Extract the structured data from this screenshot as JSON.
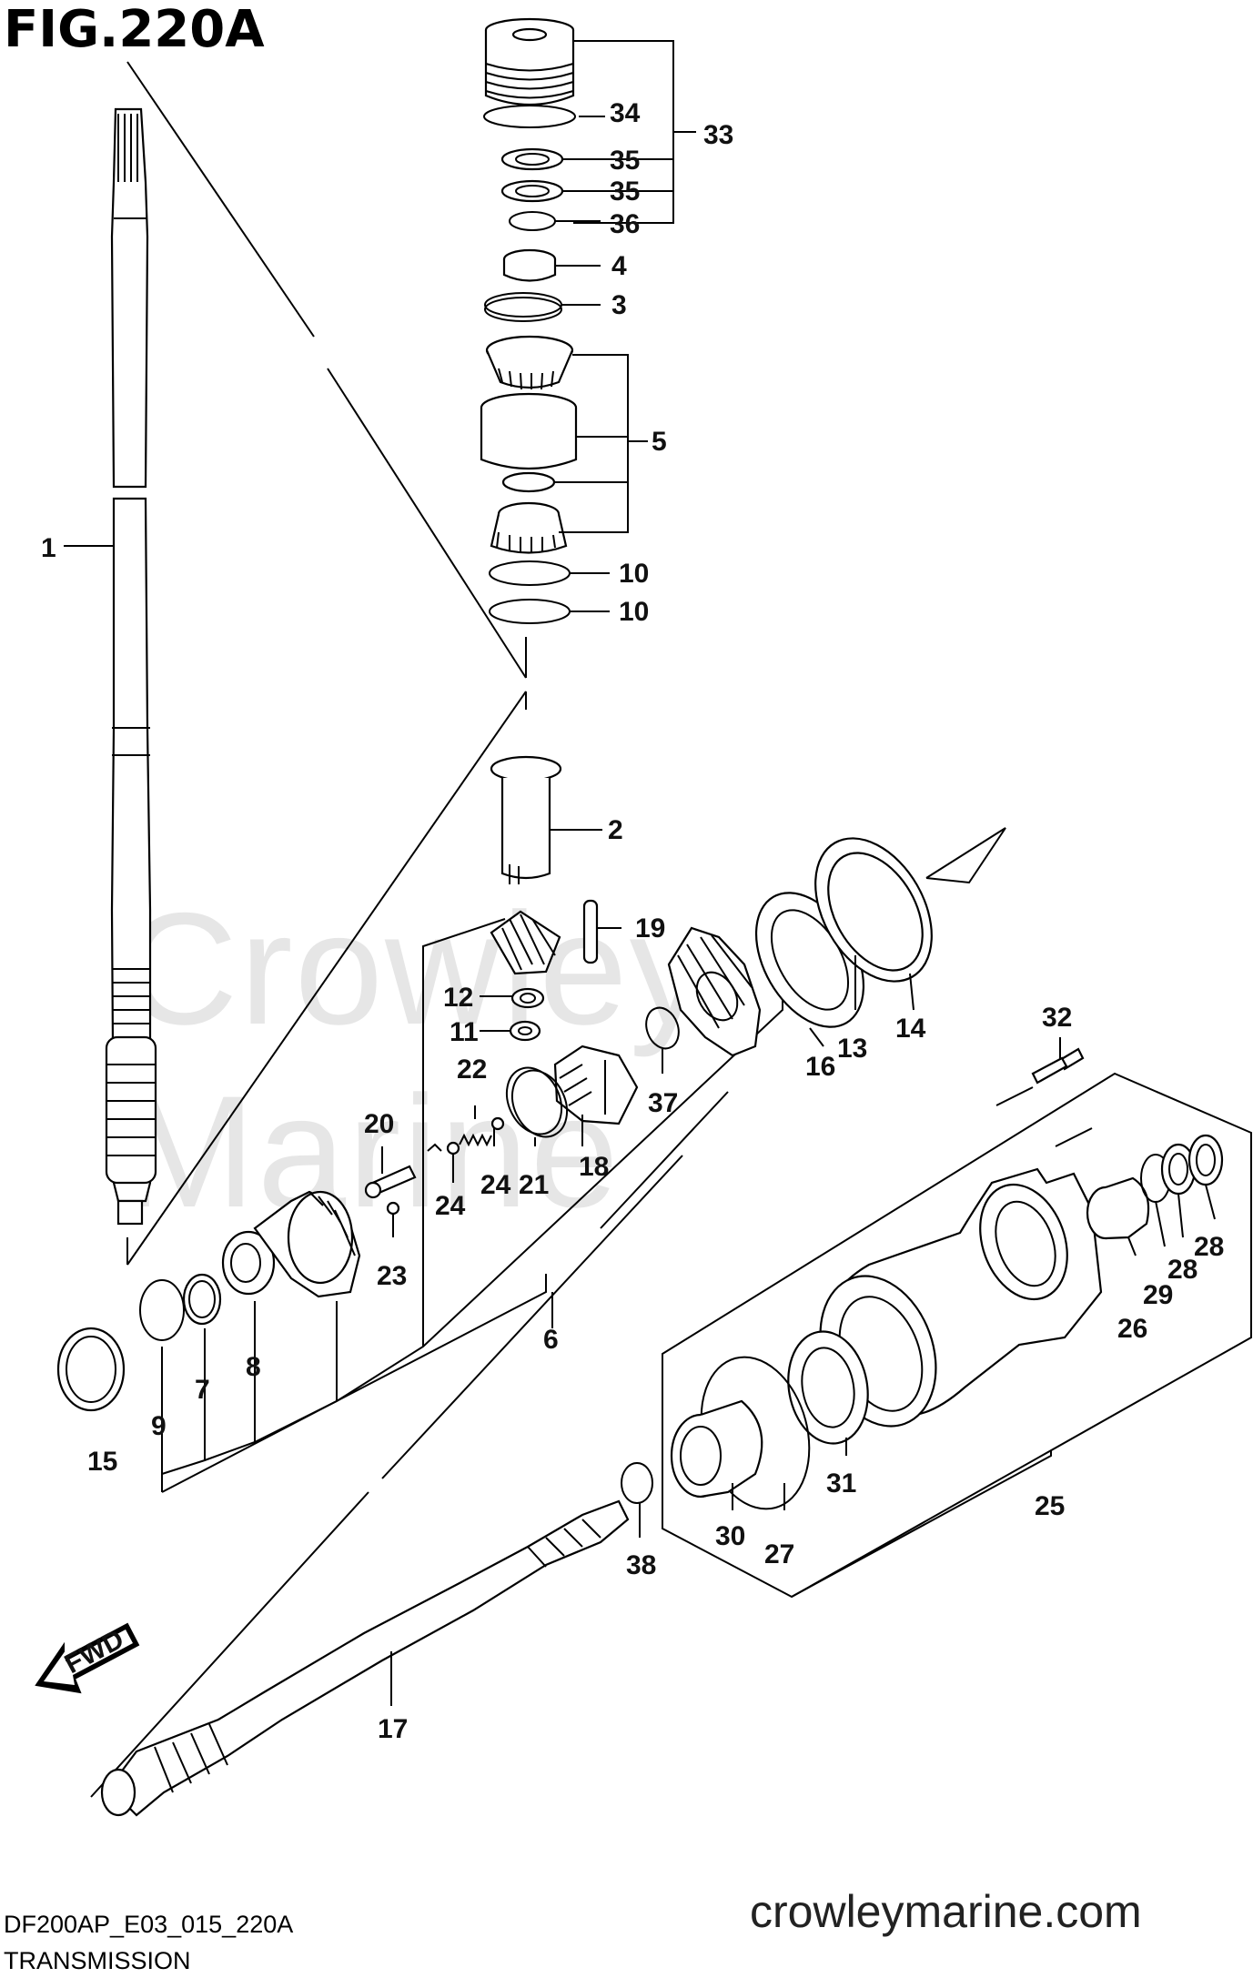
{
  "figure": {
    "title": "FIG.220A",
    "drawing_code": "DF200AP_E03_015_220A",
    "caption": "TRANSMISSION",
    "website": "crowleymarine.com",
    "watermark": "Crowley Marine"
  },
  "callouts": [
    "1",
    "2",
    "3",
    "4",
    "5",
    "6",
    "7",
    "8",
    "9",
    "10",
    "10",
    "11",
    "12",
    "13",
    "14",
    "15",
    "16",
    "17",
    "18",
    "19",
    "20",
    "21",
    "22",
    "23",
    "24",
    "24",
    "25",
    "26",
    "27",
    "28",
    "28",
    "29",
    "30",
    "31",
    "32",
    "33",
    "34",
    "35",
    "35",
    "36",
    "37",
    "38"
  ],
  "fwd_arrow_label": "FWD"
}
